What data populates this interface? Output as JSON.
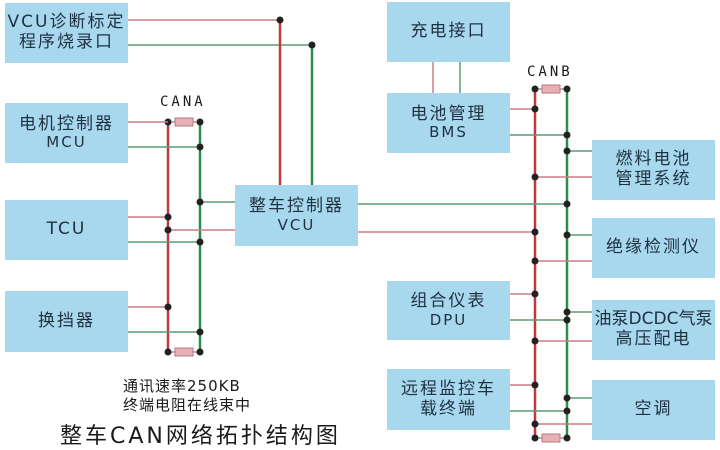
{
  "title": "整车CAN网络拓扑结构图",
  "notes": [
    "通讯速率250KB",
    "终端电阻在线束中"
  ],
  "colors": {
    "box": "#a8d8ee",
    "can_high": "#c0393f",
    "can_low": "#2e8b4a",
    "node": "#222222",
    "resistor": "#e8b0b4"
  },
  "buses": {
    "cana": "CANA",
    "canb": "CANB"
  },
  "nodes": {
    "vcu_diag": [
      "VCU诊断标定",
      "程序烧录口"
    ],
    "mcu": [
      "电机控制器",
      "MCU"
    ],
    "tcu": [
      "TCU"
    ],
    "shifter": [
      "换挡器"
    ],
    "vcu": [
      "整车控制器",
      "VCU"
    ],
    "charger": [
      "充电接口"
    ],
    "bms": [
      "电池管理",
      "BMS"
    ],
    "fuel_cell": [
      "燃料电池",
      "管理系统"
    ],
    "insulation": [
      "绝缘检测仪"
    ],
    "dpu": [
      "组合仪表",
      "DPU"
    ],
    "pumps": [
      "油泵DCDC气泵",
      "高压配电"
    ],
    "telematics": [
      "远程监控车",
      "载终端"
    ],
    "ac": [
      "空调"
    ]
  }
}
